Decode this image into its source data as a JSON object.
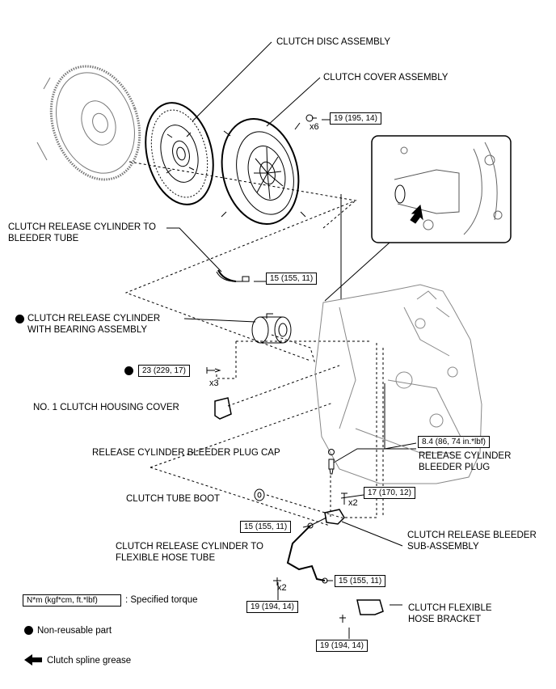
{
  "labels": {
    "clutch_disc": "CLUTCH DISC ASSEMBLY",
    "clutch_cover": "CLUTCH COVER ASSEMBLY",
    "bleeder_tube_1": "CLUTCH RELEASE CYLINDER TO",
    "bleeder_tube_2": "BLEEDER TUBE",
    "release_cyl_1": "CLUTCH RELEASE CYLINDER",
    "release_cyl_2": "WITH BEARING ASSEMBLY",
    "housing_cover": "NO. 1 CLUTCH HOUSING COVER",
    "plug_cap": "RELEASE CYLINDER BLEEDER PLUG CAP",
    "bleeder_plug_1": "RELEASE CYLINDER",
    "bleeder_plug_2": "BLEEDER PLUG",
    "tube_boot": "CLUTCH TUBE BOOT",
    "hose_tube_1": "CLUTCH RELEASE CYLINDER TO",
    "hose_tube_2": "FLEXIBLE HOSE TUBE",
    "bleeder_sub_1": "CLUTCH RELEASE BLEEDER",
    "bleeder_sub_2": "SUB-ASSEMBLY",
    "hose_bracket_1": "CLUTCH FLEXIBLE",
    "hose_bracket_2": "HOSE BRACKET"
  },
  "torques": {
    "cover_bolts": "19 (195, 14)",
    "bleeder_tube": "15 (155, 11)",
    "release_cyl_bolts": "23 (229, 17)",
    "bleeder_plug": "8.4 (86, 74 in.*lbf)",
    "bleeder_sub_bolts": "17 (170, 12)",
    "hose_tube_upper": "15 (155, 11)",
    "hose_tube_lower": "15 (155, 11)",
    "hose_bolt": "19 (194, 14)",
    "bracket_bolt": "19 (194, 14)"
  },
  "quantities": {
    "cover_bolts": "x6",
    "release_cyl_bolts": "x3",
    "bleeder_sub_bolts": "x2",
    "hose_bolt": "x2"
  },
  "legend": {
    "torque_box": "N*m (kgf*cm, ft.*lbf)",
    "torque_text": ": Specified torque",
    "nonreusable": "Non-reusable part",
    "grease": "Clutch spline grease"
  },
  "icons": [
    "bullet-dot-icon",
    "arrow-left-icon"
  ]
}
